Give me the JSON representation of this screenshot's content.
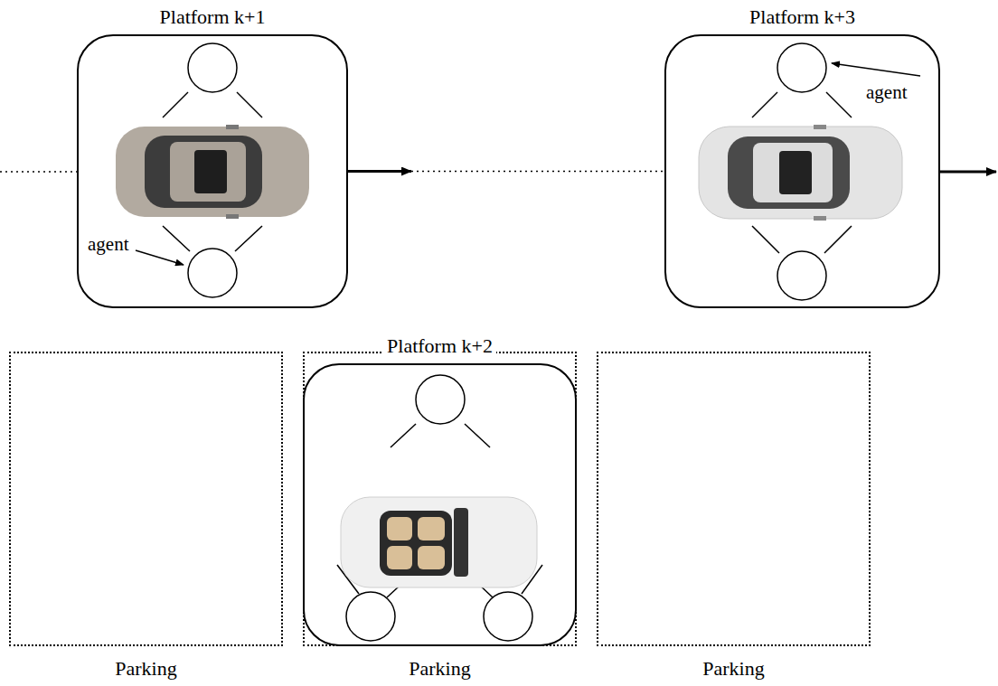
{
  "diagram": {
    "nodes": [
      {
        "text": [
          "Platform k+1"
        ]
      },
      {
        "text": [
          "Platform k+3"
        ]
      },
      {
        "text": [
          "Parking"
        ]
      },
      {
        "text": [
          "Parking"
        ]
      },
      {
        "text": [
          "Platform k+2"
        ],
        "in": 3
      },
      {
        "text": [
          "Parking"
        ]
      }
    ],
    "edges": [
      {
        "from": 0,
        "to": 1,
        "arrow": "to"
      }
    ],
    "labels": [
      "agent",
      "agent"
    ]
  }
}
